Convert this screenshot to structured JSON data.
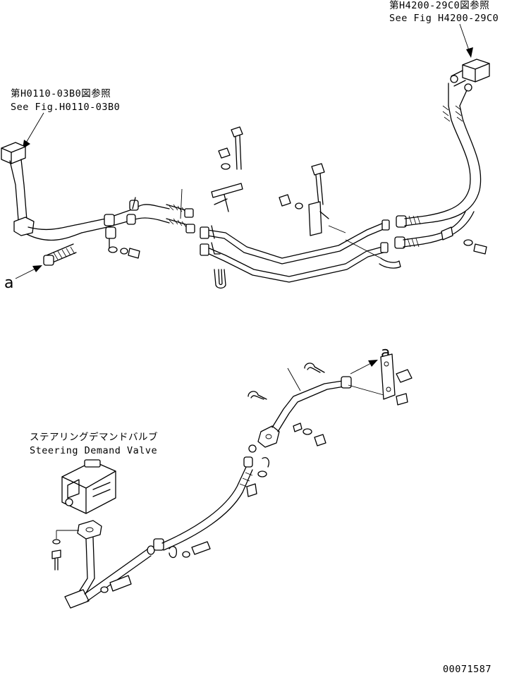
{
  "callouts": {
    "top_right_jp": "第H4200-29C0図参照",
    "top_right_en": "See Fig H4200-29C0",
    "left_jp": "第H0110-03B0図参照",
    "left_en": "See Fig.H0110-03B0",
    "valve_jp": "ステアリングデマンドバルブ",
    "valve_en": "Steering Demand Valve"
  },
  "markers": {
    "left_a": "a",
    "right_a": "a"
  },
  "drawing_number": "00071587"
}
